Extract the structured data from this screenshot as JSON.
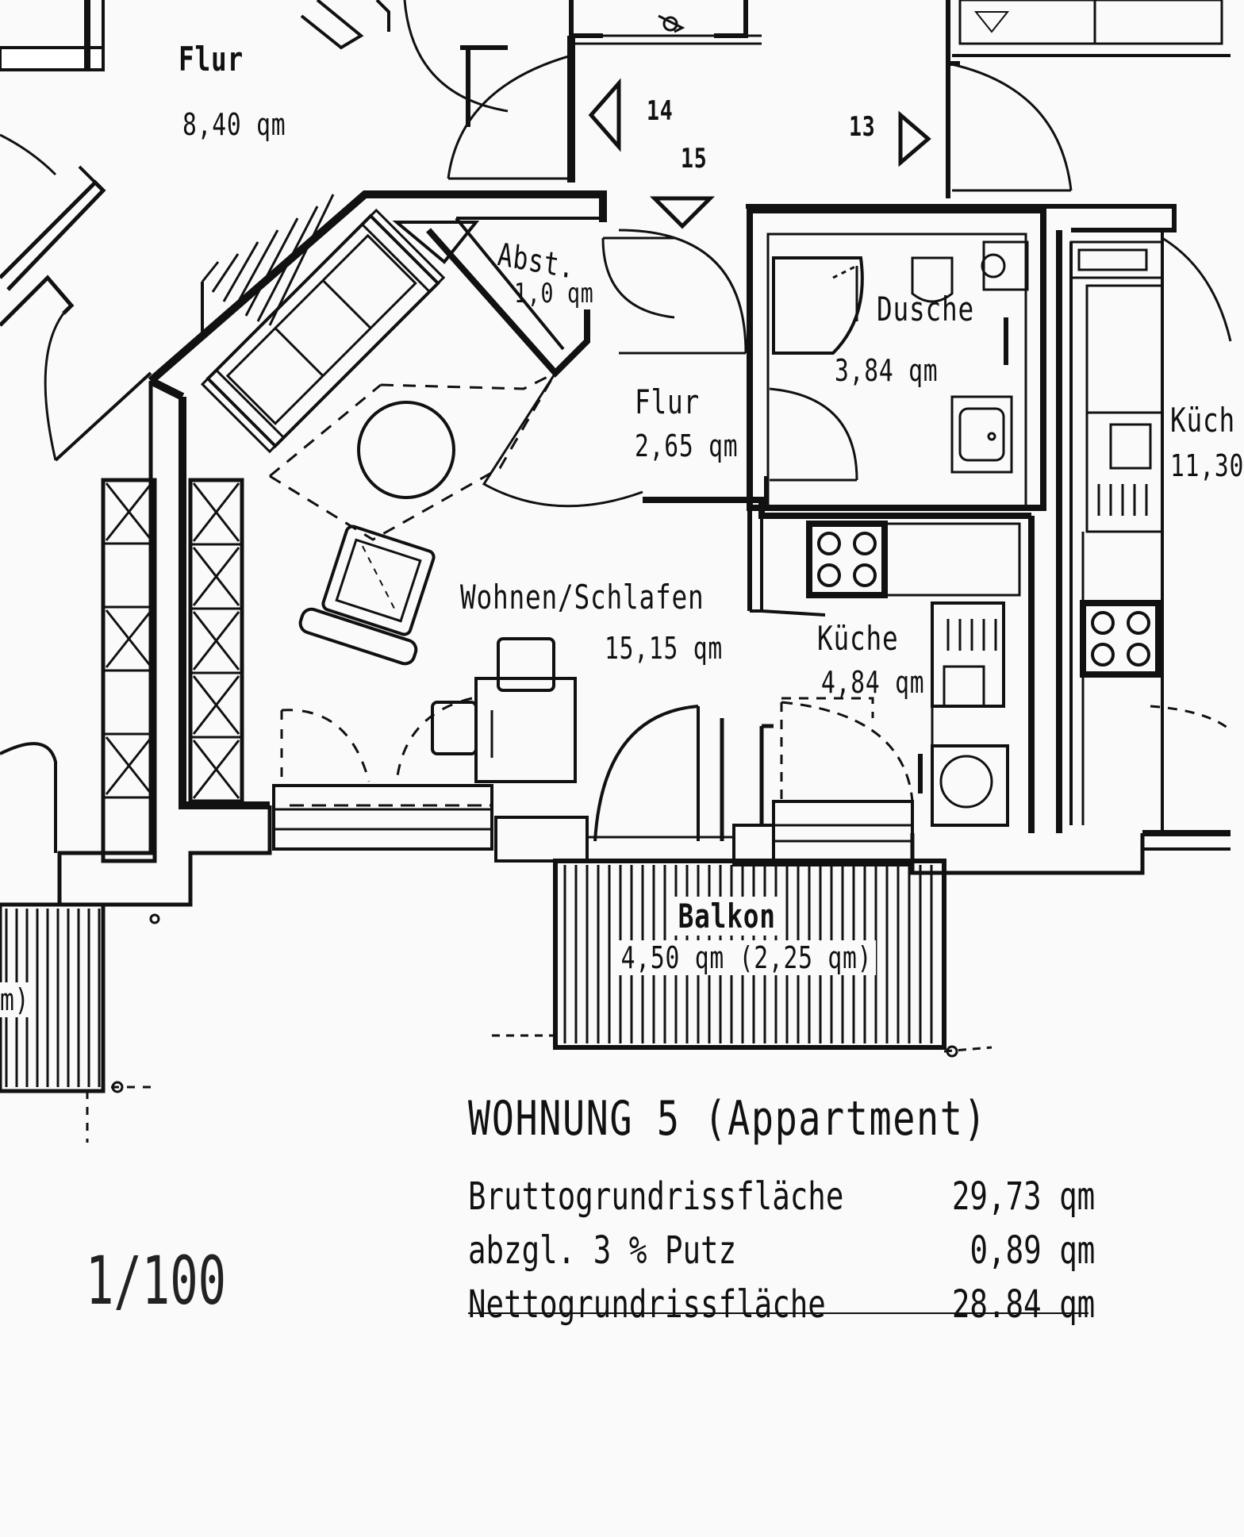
{
  "rooms": {
    "flur_top": {
      "name": "Flur",
      "area": "8,40 qm"
    },
    "abst": {
      "name": "Abst.",
      "area": "1,0 qm"
    },
    "dusche": {
      "name": "Dusche",
      "area": "3,84 qm"
    },
    "flur": {
      "name": "Flur",
      "area": "2,65 qm"
    },
    "kueche_right": {
      "name": "Küch",
      "area": "11,30"
    },
    "wohnen": {
      "name": "Wohnen/Schlafen",
      "area": "15,15 qm"
    },
    "kueche": {
      "name": "Küche",
      "area": "4,84 qm"
    },
    "balkon": {
      "name": "Balkon",
      "area": "4,50 qm (2,25 qm)"
    },
    "left_partial": {
      "area": "m)"
    }
  },
  "stair_marks": {
    "left": "14",
    "center": "15",
    "right": "13"
  },
  "unit_title": "WOHNUNG 5 (Appartment)",
  "area_summary": [
    {
      "label": "Bruttogrundrissfläche",
      "value": "29,73 qm"
    },
    {
      "label": "abzgl. 3 % Putz",
      "value": "0,89 qm"
    },
    {
      "label": "Nettogrundrissfläche",
      "value": "28.84 qm"
    }
  ],
  "scale": "1/100",
  "colors": {
    "ink": "#111111",
    "paper": "#fafafa"
  }
}
